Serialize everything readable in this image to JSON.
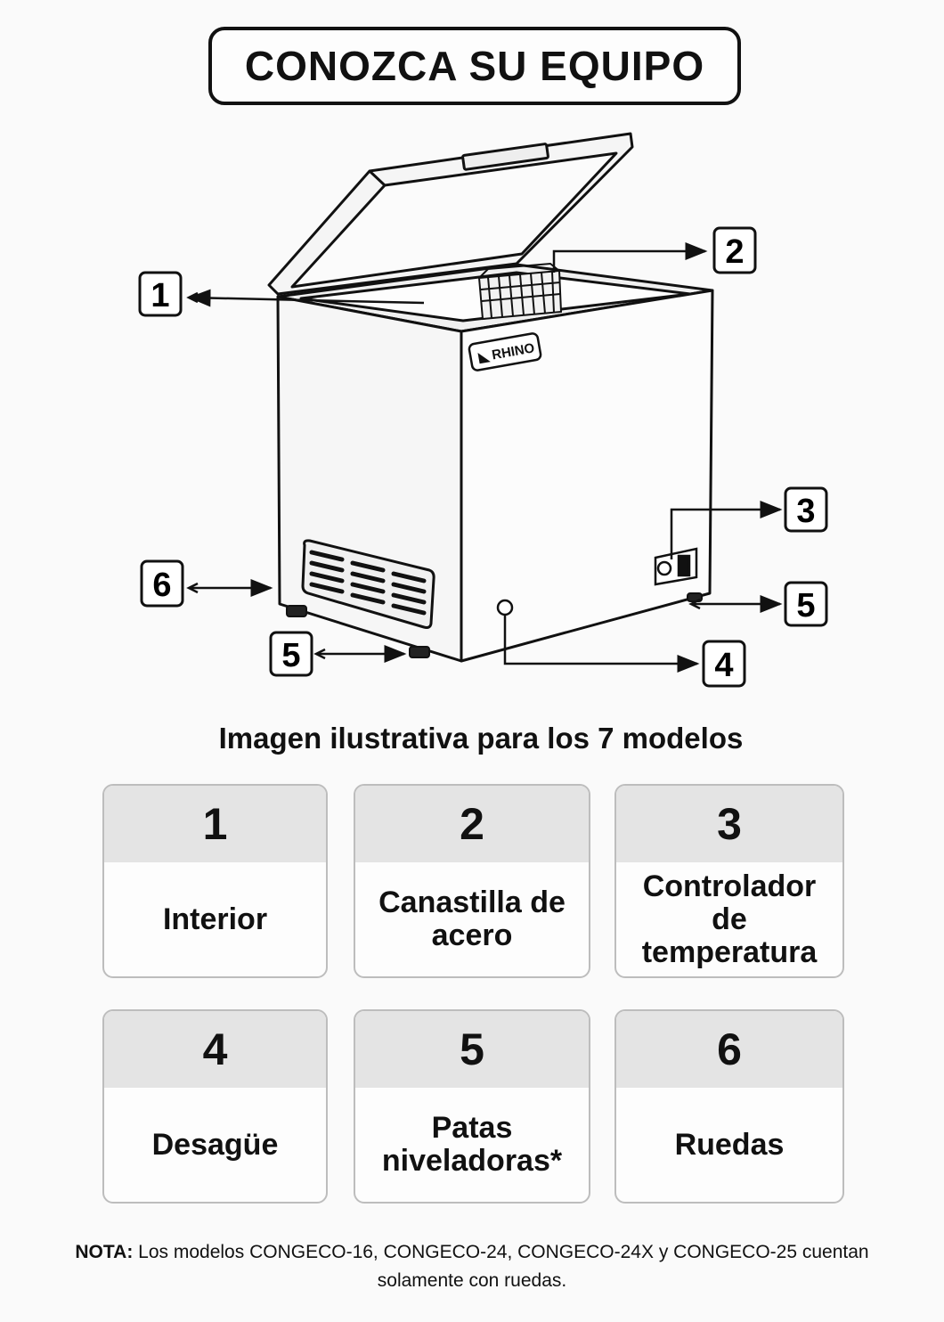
{
  "title": "CONOZCA SU EQUIPO",
  "brand": "RHINO",
  "callouts": [
    "1",
    "2",
    "3",
    "4",
    "5",
    "5",
    "6"
  ],
  "subtitle": "Imagen ilustrativa para los 7 modelos",
  "legend": [
    {
      "num": "1",
      "label": "Interior"
    },
    {
      "num": "2",
      "label": "Canastilla de acero"
    },
    {
      "num": "3",
      "label": "Controlador de temperatura"
    },
    {
      "num": "4",
      "label": "Desagüe"
    },
    {
      "num": "5",
      "label": "Patas niveladoras*"
    },
    {
      "num": "6",
      "label": "Ruedas"
    }
  ],
  "note": {
    "prefix": "NOTA:",
    "text": "Los modelos CONGECO-16, CONGECO-24, CONGECO-24X y CONGECO-25 cuentan solamente con ruedas."
  }
}
